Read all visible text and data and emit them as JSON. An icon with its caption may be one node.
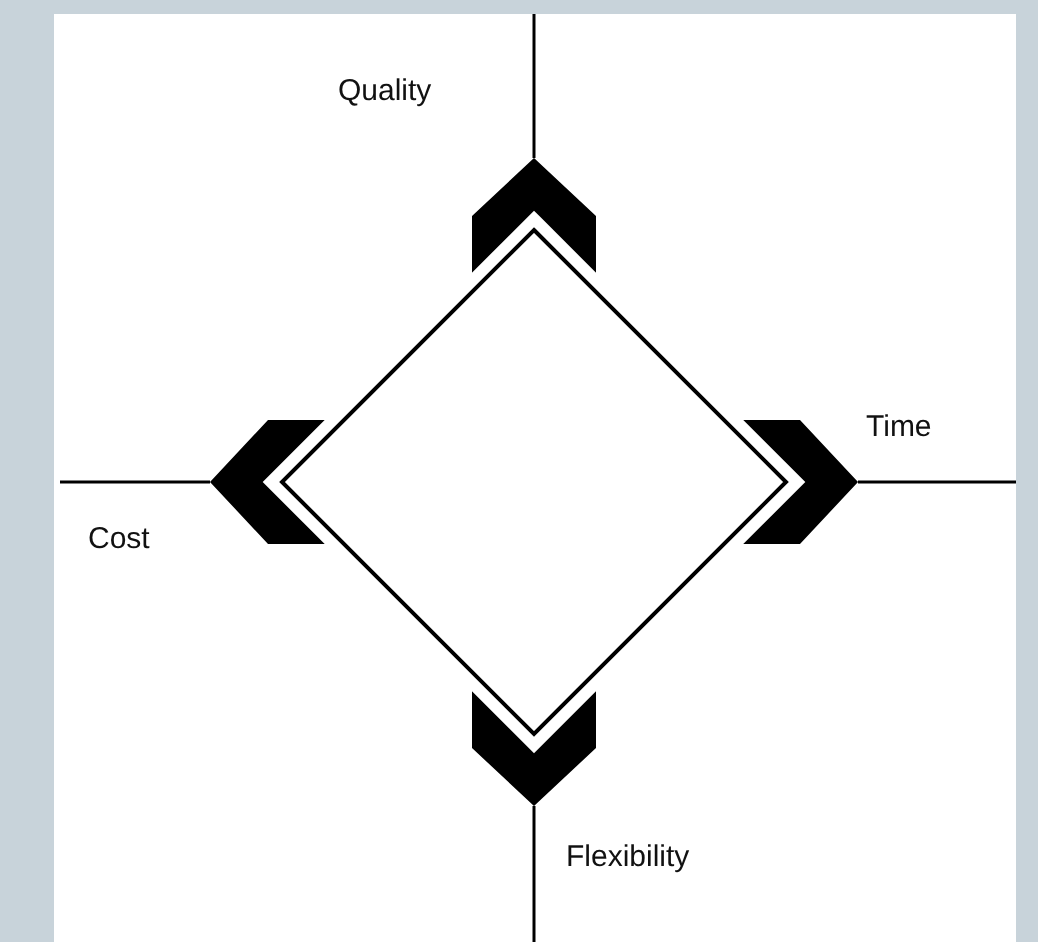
{
  "diagram": {
    "labels": [
      "Quality",
      "Time",
      "Cost",
      "Flexibility"
    ]
  }
}
